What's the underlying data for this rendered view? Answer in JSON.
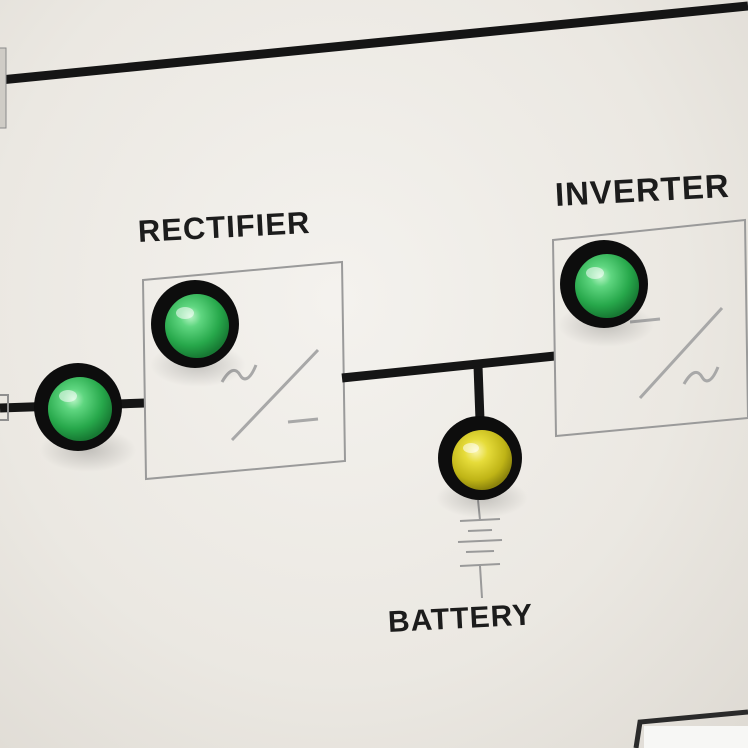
{
  "panel": {
    "blocks": {
      "rectifier": "RECTIFIER",
      "inverter": "INVERTER",
      "battery": "BATTERY"
    },
    "indicators": [
      {
        "name": "input-indicator",
        "color": "#2fbf5a",
        "state": "lit"
      },
      {
        "name": "rectifier-indicator",
        "color": "#2fbf5a",
        "state": "lit"
      },
      {
        "name": "inverter-indicator",
        "color": "#2fbf5a",
        "state": "lit"
      },
      {
        "name": "battery-indicator",
        "color": "#d9cf1c",
        "state": "lit"
      }
    ],
    "colors": {
      "panel_background": "#ece9e3",
      "line_color": "#151515",
      "box_outline": "#9a9a9a",
      "led_green": "#2fbf5a",
      "led_yellow": "#d9cf1c"
    }
  }
}
